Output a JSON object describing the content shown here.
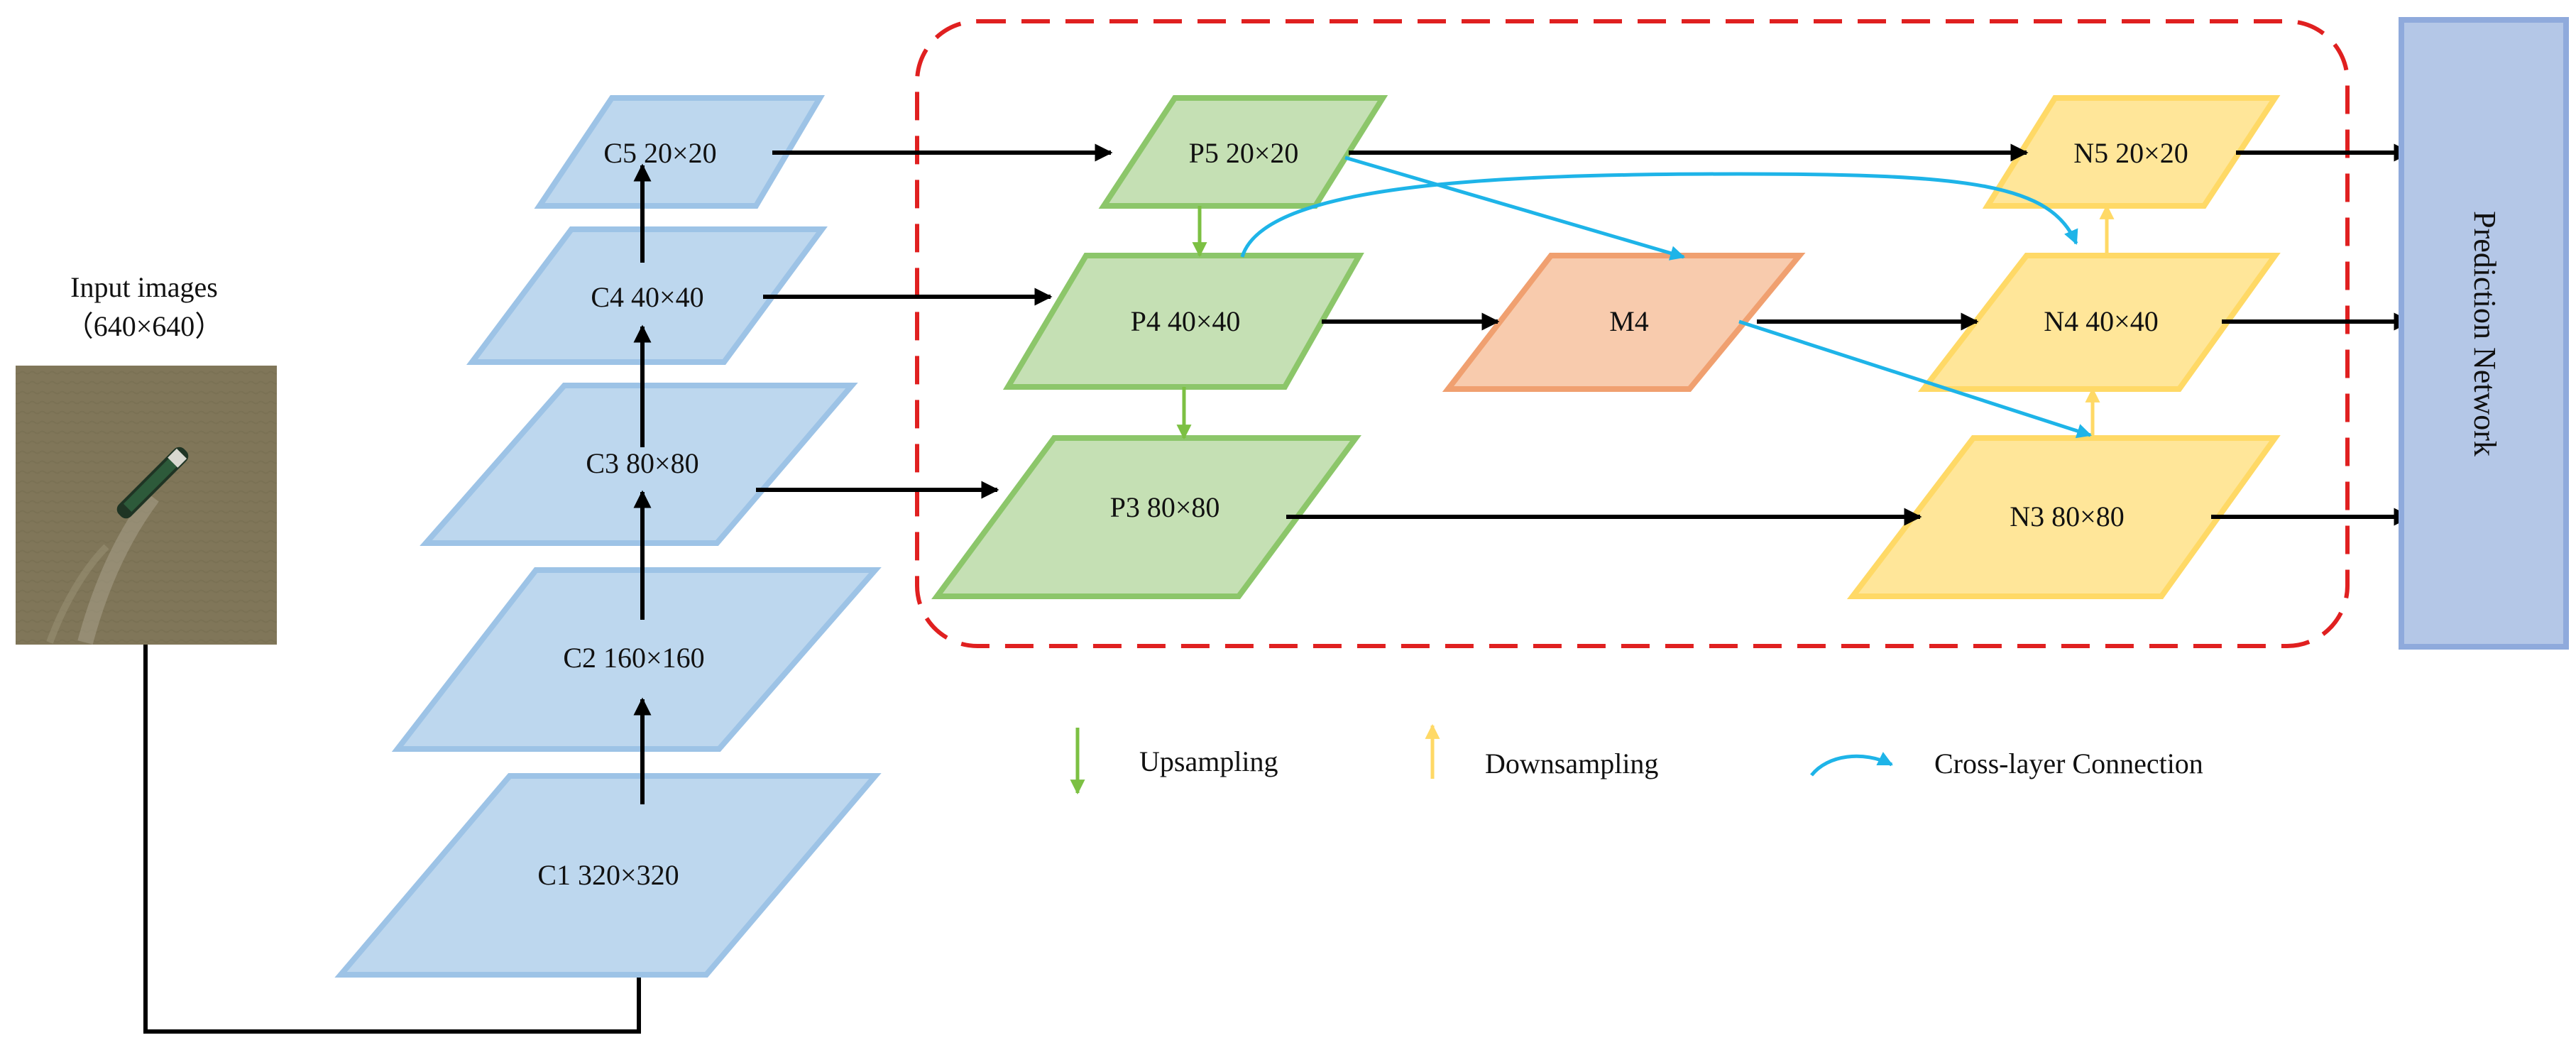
{
  "input": {
    "title": "Input images",
    "size": "（640×640）"
  },
  "backbone": [
    {
      "id": "C1",
      "label": "C1  320×320"
    },
    {
      "id": "C2",
      "label": "C2  160×160"
    },
    {
      "id": "C3",
      "label": "C3  80×80"
    },
    {
      "id": "C4",
      "label": "C4  40×40"
    },
    {
      "id": "C5",
      "label": "C5  20×20"
    }
  ],
  "neck": {
    "P5": "P5  20×20",
    "P4": "P4  40×40",
    "P3": "P3  80×80",
    "M4": "M4",
    "N5": "N5  20×20",
    "N4": "N4  40×40",
    "N3": "N3  80×80"
  },
  "prediction": "Prediction Network",
  "legend": {
    "upsampling": "Upsampling",
    "downsampling": "Downsampling",
    "cross_layer": "Cross-layer Connection"
  },
  "colors": {
    "blue_fill": "#BDD7EE",
    "blue_stroke": "#9DC3E6",
    "green_fill": "#C5E0B4",
    "green_stroke": "#8CC66A",
    "orange_fill": "#F8CBAD",
    "orange_stroke": "#F0A070",
    "yellow_fill": "#FFE699",
    "yellow_stroke": "#FFD966",
    "pred_fill": "#B4C7E7",
    "pred_stroke": "#8FAADC",
    "dashed_box": "#E02020",
    "cross_arrow": "#1EB4E8",
    "up_arrow": "#7CC043",
    "down_arrow": "#FFD966"
  }
}
